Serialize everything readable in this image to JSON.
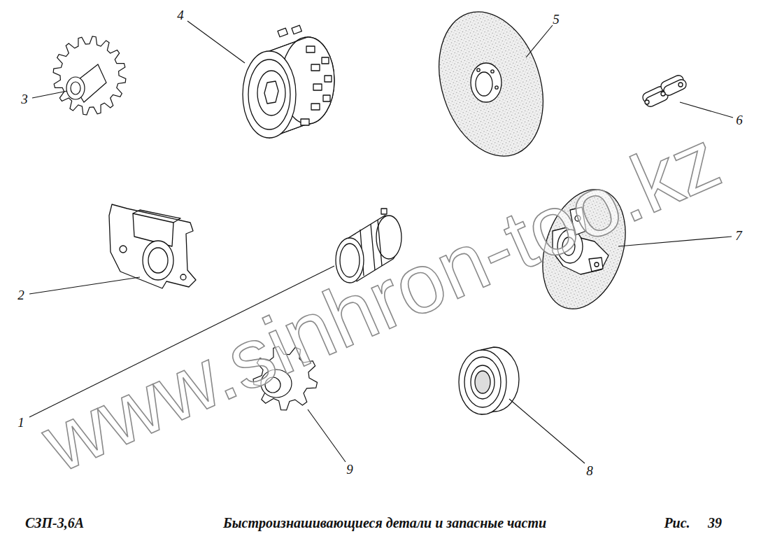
{
  "diagram": {
    "labels": [
      "4",
      "5",
      "3",
      "6",
      "2",
      "7",
      "1",
      "9",
      "8",
      "www.sinhron-too.kz",
      "СЗП-3,6А",
      "Быстроизнашивающиеся детали и запасные части",
      "Рис.",
      "39"
    ]
  }
}
